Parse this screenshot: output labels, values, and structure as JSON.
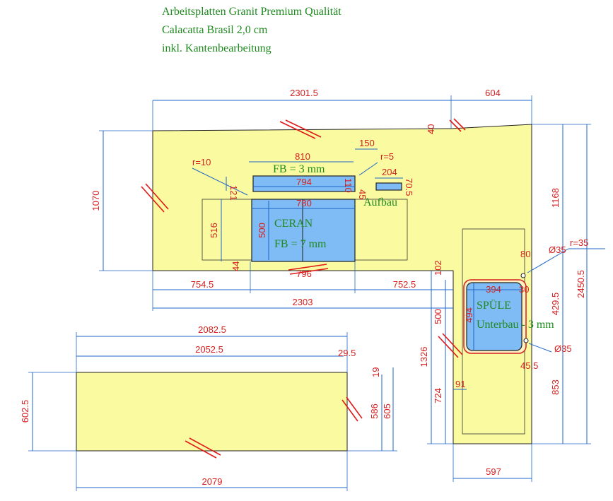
{
  "header": {
    "line1": "Arbeitsplatten Granit Premium Qualität",
    "line2": "Calacatta Brasil 2,0 cm",
    "line3": "inkl. Kantenbearbeitung"
  },
  "labels": {
    "fb3": "FB = 3 mm",
    "aufbau": "Aufbau",
    "ceran": "CERAN",
    "fb7": "FB = 7 mm",
    "spuele": "SPÜLE",
    "unterbau": "Unterbau - 3 mm"
  },
  "dims": {
    "top_2301_5": "2301.5",
    "top_604": "604",
    "d_40": "40",
    "d_1070": "1070",
    "d_150": "150",
    "r5": "r=5",
    "r10": "r=10",
    "d_810": "810",
    "d_204": "204",
    "d_794": "794",
    "d_121": "121",
    "d_110": "110",
    "d_70_5": "70.5",
    "d_45": "45",
    "d_780": "780",
    "d_516": "516",
    "d_500": "500",
    "d_44": "44",
    "d_796": "796",
    "d_754_5": "754.5",
    "d_752_5": "752.5",
    "d_2303": "2303",
    "d_1168": "1168",
    "d_2450_5": "2450.5",
    "r35": "r=35",
    "d_80": "80",
    "o35a": "Ø35",
    "d_102": "102",
    "d_394": "394",
    "d_30": "30",
    "d_429_5": "429.5",
    "d_500b": "500",
    "d_494": "494",
    "d_1326": "1326",
    "o35b": "Ø35",
    "d_45_5": "45.5",
    "d_724": "724",
    "d_91": "91",
    "d_853": "853",
    "d_597": "597",
    "d_2082_5": "2082.5",
    "d_2052_5": "2052.5",
    "d_29_5": "29.5",
    "d_602_5": "602.5",
    "d_19": "19",
    "d_586": "586",
    "d_605": "605",
    "d_2079": "2079"
  },
  "colors": {
    "slab": "#fafaa0",
    "cutout": "#7fbbf4",
    "dimension_text": "#d42020",
    "dimension_line": "#1f66c8",
    "label_text": "#1f8a1f"
  }
}
